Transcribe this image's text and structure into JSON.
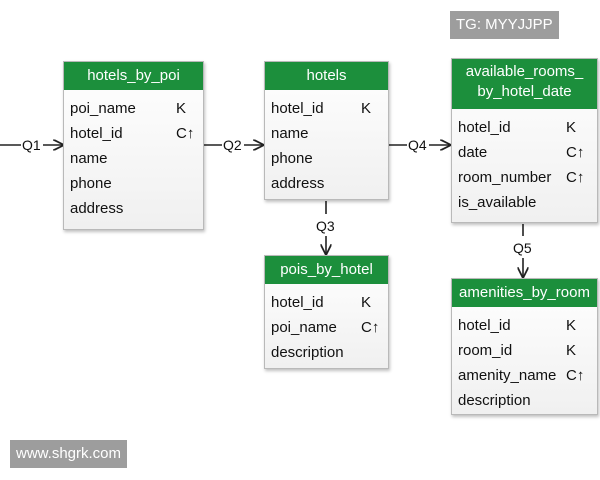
{
  "tables": {
    "hotels_by_poi": {
      "title": [
        "hotels_by_poi"
      ],
      "columns": [
        {
          "name": "poi_name",
          "key": "K"
        },
        {
          "name": "hotel_id",
          "key": "C↑"
        },
        {
          "name": "name",
          "key": ""
        },
        {
          "name": "phone",
          "key": ""
        },
        {
          "name": "address",
          "key": ""
        }
      ]
    },
    "hotels": {
      "title": [
        "hotels"
      ],
      "columns": [
        {
          "name": "hotel_id",
          "key": "K"
        },
        {
          "name": "name",
          "key": ""
        },
        {
          "name": "phone",
          "key": ""
        },
        {
          "name": "address",
          "key": ""
        }
      ]
    },
    "available_rooms_by_hotel_date": {
      "title": [
        "available_rooms_",
        "by_hotel_date"
      ],
      "columns": [
        {
          "name": "hotel_id",
          "key": "K"
        },
        {
          "name": "date",
          "key": "C↑"
        },
        {
          "name": "room_number",
          "key": "C↑"
        },
        {
          "name": "is_available",
          "key": ""
        }
      ]
    },
    "pois_by_hotel": {
      "title": [
        "pois_by_hotel"
      ],
      "columns": [
        {
          "name": "hotel_id",
          "key": "K"
        },
        {
          "name": "poi_name",
          "key": "C↑"
        },
        {
          "name": "description",
          "key": ""
        }
      ]
    },
    "amenities_by_room": {
      "title": [
        "amenities_by_room"
      ],
      "columns": [
        {
          "name": "hotel_id",
          "key": "K"
        },
        {
          "name": "room_id",
          "key": "K"
        },
        {
          "name": "amenity_name",
          "key": "C↑"
        },
        {
          "name": "description",
          "key": ""
        }
      ]
    }
  },
  "queries": {
    "q1": "Q1",
    "q2": "Q2",
    "q3": "Q3",
    "q4": "Q4",
    "q5": "Q5"
  },
  "watermarks": {
    "top_right": "TG: MYYJJPP",
    "bottom_left": "www.shgrk.com"
  },
  "colors": {
    "header": "#1c8f3c",
    "edge": "#222222"
  }
}
